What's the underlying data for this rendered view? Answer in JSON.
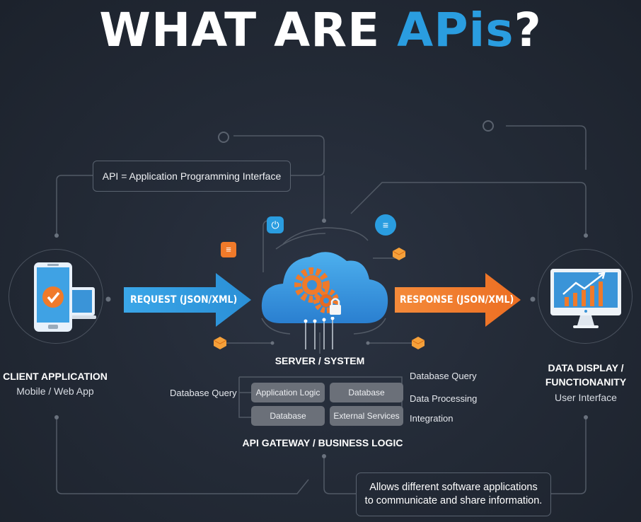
{
  "title": {
    "prefix": "WHAT ARE ",
    "accent": "APis",
    "suffix": "?"
  },
  "definition": "API = Application Programming Interface",
  "client": {
    "heading": "CLIENT APPLICATION",
    "subtitle": "Mobile / Web App",
    "icon": "phone-laptop-icon"
  },
  "request_arrow": {
    "label": "REQUEST (JSON/XML)",
    "color": "#2a9de0"
  },
  "response_arrow": {
    "label": "RESPONSE (JSON/XML)",
    "color": "#f07a2a"
  },
  "server": {
    "heading": "SERVER / SYSTEM",
    "icon": "cloud-gears-icon"
  },
  "display": {
    "heading_line1": "DATA DISPLAY /",
    "heading_line2": "FUNCTIONANITY",
    "subtitle": "User Interface",
    "icon": "monitor-chart-icon"
  },
  "gateway": {
    "heading": "API GATEWAY / BUSINESS LOGIC",
    "left_label": "Database Query",
    "boxes": [
      "Application Logic",
      "Database",
      "Database",
      "External Services"
    ],
    "right_labels": [
      "Database Query",
      "Data Processing",
      "Integration"
    ]
  },
  "info": {
    "line1": "Allows different software applications",
    "line2": "to communicate and share information."
  },
  "colors": {
    "background": "#232a36",
    "accent_blue": "#2a9de0",
    "accent_orange": "#f07a2a"
  }
}
